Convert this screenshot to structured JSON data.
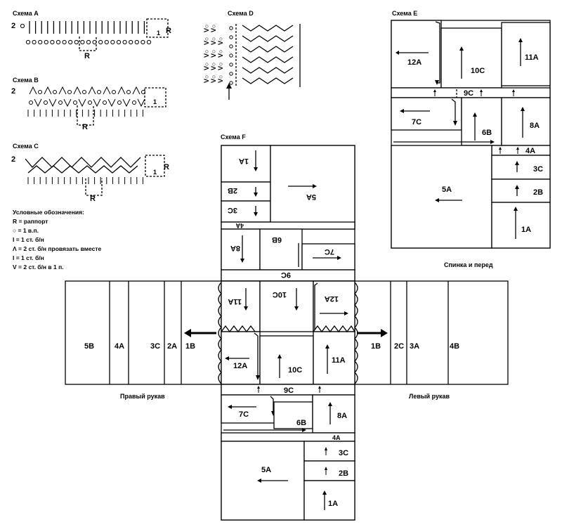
{
  "schemes": {
    "a": {
      "title": "Схема A",
      "row_num": "2",
      "r_label": "R",
      "one_label": "1"
    },
    "b": {
      "title": "Схема B",
      "row_num": "2",
      "r_label": "R",
      "one_label": "1"
    },
    "c": {
      "title": "Схема C",
      "row_num": "2",
      "r_label": "R",
      "one_label": "1"
    },
    "d": {
      "title": "Схема D"
    },
    "e": {
      "title": "Схема E",
      "caption": "Спинка и перед"
    },
    "f": {
      "title": "Схема F"
    }
  },
  "legend": {
    "title": "Условные обозначения:",
    "items": [
      "R = раппорт",
      "○ = 1 в.п.",
      "I = 1 ст. б/н",
      "Λ = 2 ст. б/н провязать вместе",
      "I = 1 ст. б/н",
      "V = 2 ст. б/н в 1 п."
    ]
  },
  "pieces": {
    "p1A": "1A",
    "p2A": "2A",
    "p2B": "2B",
    "p3A": "3A",
    "p3C": "3C",
    "p4A": "4A",
    "p4B": "4B",
    "p5A": "5A",
    "p5B": "5B",
    "p6B": "6B",
    "p7C": "7C",
    "p8A": "8A",
    "p9C": "9C",
    "p10C": "10C",
    "p11A": "11A",
    "p12A": "12A",
    "p1B": "1B",
    "p2C": "2C"
  },
  "sleeves": {
    "right": "Правый рукав",
    "left": "Левый рукав"
  }
}
